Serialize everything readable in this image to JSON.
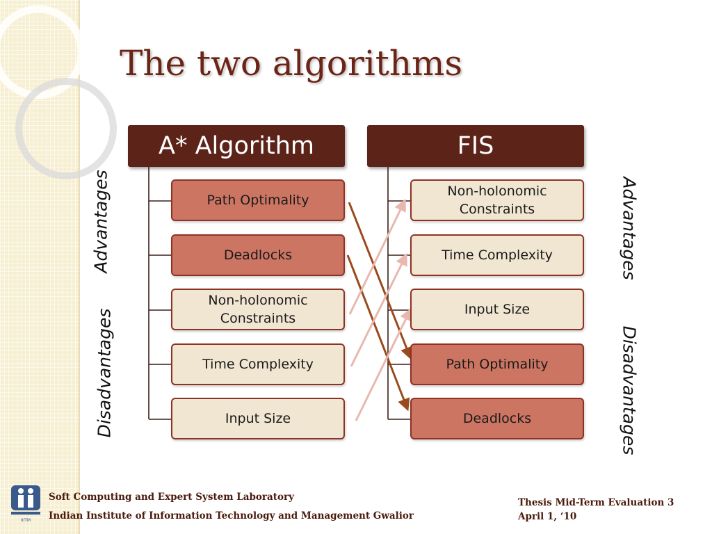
{
  "title": "The two algorithms",
  "columns": [
    {
      "header": "A* Algorithm",
      "items": [
        {
          "label": "Path Optimality",
          "kind": "advantage"
        },
        {
          "label": "Deadlocks",
          "kind": "advantage"
        },
        {
          "label": "Non-holonomic\nConstraints",
          "kind": "disadvantage"
        },
        {
          "label": "Time Complexity",
          "kind": "disadvantage"
        },
        {
          "label": "Input Size",
          "kind": "disadvantage"
        }
      ]
    },
    {
      "header": "FIS",
      "items": [
        {
          "label": "Non-holonomic\nConstraints",
          "kind": "advantage"
        },
        {
          "label": "Time Complexity",
          "kind": "advantage"
        },
        {
          "label": "Input Size",
          "kind": "advantage"
        },
        {
          "label": "Path Optimality",
          "kind": "disadvantage"
        },
        {
          "label": "Deadlocks",
          "kind": "disadvantage"
        }
      ]
    }
  ],
  "side_labels": {
    "left_advantages": "Advantages",
    "left_disadvantages": "Disadvantages",
    "right_advantages": "Advantages",
    "right_disadvantages": "Disadvantages"
  },
  "arrows": [
    {
      "from": "A* Algorithm: Path Optimality",
      "to": "FIS: Path Optimality"
    },
    {
      "from": "A* Algorithm: Deadlocks",
      "to": "FIS: Deadlocks"
    },
    {
      "from": "A* Algorithm: Non-holonomic Constraints",
      "to": "FIS: Non-holonomic Constraints"
    },
    {
      "from": "A* Algorithm: Time Complexity",
      "to": "FIS: Time Complexity"
    },
    {
      "from": "A* Algorithm: Input Size",
      "to": "FIS: Input Size"
    }
  ],
  "footer": {
    "lab": "Soft Computing and Expert System Laboratory",
    "institute": "Indian Institute of Information Technology and Management Gwalior",
    "event": "Thesis Mid-Term Evaluation 3",
    "date": "April 1, ‘10",
    "logo_caption": "IIITM"
  },
  "colors": {
    "title": "#6b2416",
    "header_bg": "#5c2318",
    "box_red": "#cc7563",
    "box_cream": "#f1e6d2",
    "box_border": "#8e3324",
    "arrow_dark": "#9a4a1c",
    "arrow_light": "#e8b8ae",
    "strip": "#f7efd2"
  }
}
